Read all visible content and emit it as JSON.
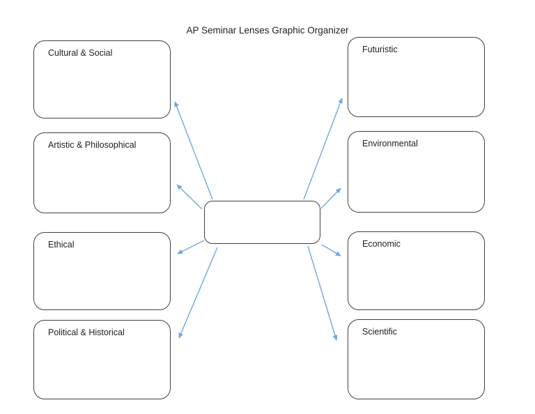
{
  "title": "AP Seminar Lenses Graphic Organizer",
  "center_box": {
    "label": ""
  },
  "lenses": {
    "left": [
      {
        "label": "Cultural & Social"
      },
      {
        "label": "Artistic & Philosophical"
      },
      {
        "label": "Ethical"
      },
      {
        "label": "Political & Historical"
      }
    ],
    "right": [
      {
        "label": "Futuristic"
      },
      {
        "label": "Environmental"
      },
      {
        "label": "Economic"
      },
      {
        "label": "Scientific"
      }
    ]
  },
  "connections": [
    {
      "from": "center",
      "to": "Cultural & Social"
    },
    {
      "from": "center",
      "to": "Artistic & Philosophical"
    },
    {
      "from": "center",
      "to": "Ethical"
    },
    {
      "from": "center",
      "to": "Political & Historical"
    },
    {
      "from": "center",
      "to": "Futuristic"
    },
    {
      "from": "center",
      "to": "Environmental"
    },
    {
      "from": "center",
      "to": "Economic"
    },
    {
      "from": "center",
      "to": "Scientific"
    }
  ],
  "colors": {
    "arrow": "#6fa8dc",
    "box_border": "#3f3f3f",
    "text": "#212121",
    "background": "#ffffff"
  }
}
